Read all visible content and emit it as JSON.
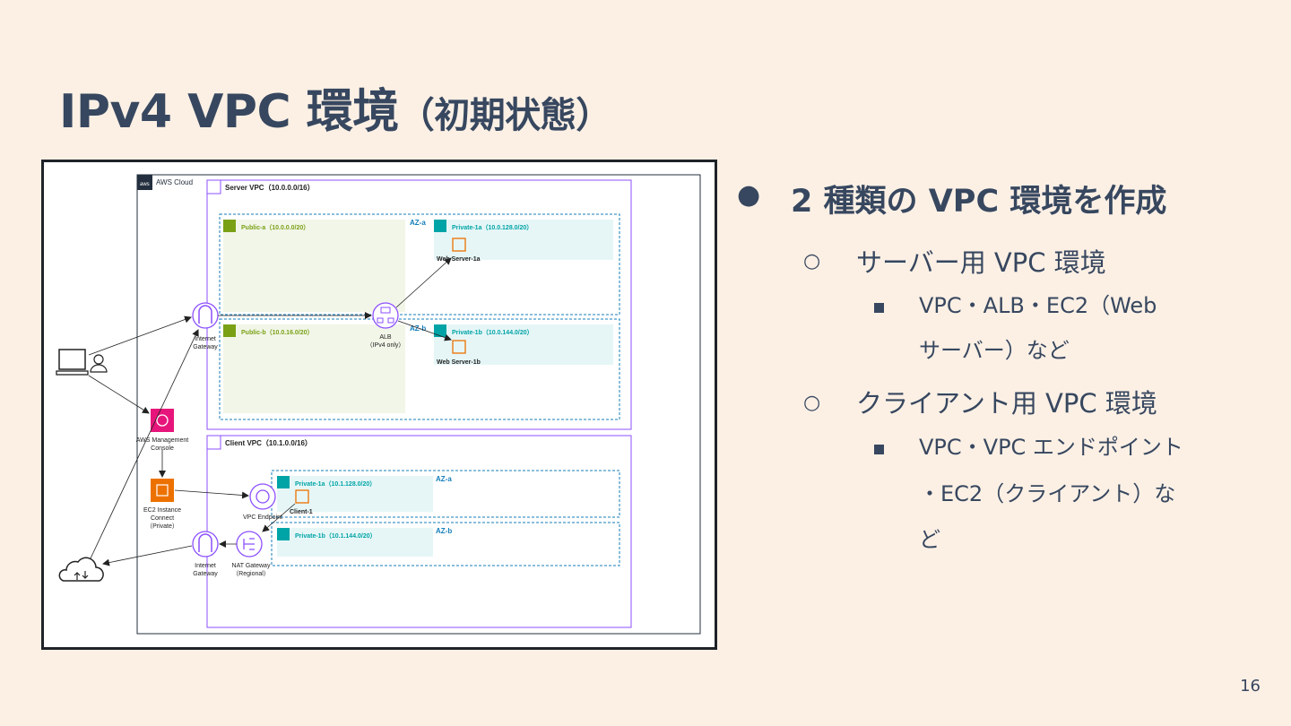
{
  "title": {
    "main": "IPv4 VPC 環境",
    "sub": "（初期状態）"
  },
  "diagram": {
    "aws_cloud": "AWS Cloud",
    "server_vpc": {
      "label": "Server VPC（10.0.0.0/16）",
      "az_a": "AZ-a",
      "az_b": "AZ-b",
      "public_a": "Public-a（10.0.0.0/20）",
      "public_b": "Public-b（10.0.16.0/20）",
      "private_1a": "Private-1a（10.0.128.0/20）",
      "private_1b": "Private-1b（10.0.144.0/20）",
      "web_server_1a": "Web Server-1a",
      "web_server_1b": "Web Server-1b",
      "alb_line1": "ALB",
      "alb_line2": "（IPv4 only）",
      "igw_line1": "Internet",
      "igw_line2": "Gateway"
    },
    "client_vpc": {
      "label": "Client VPC（10.1.0.0/16）",
      "az_a": "AZ-a",
      "az_b": "AZ-b",
      "private_1a": "Private-1a（10.1.128.0/20）",
      "private_1b": "Private-1b（10.1.144.0/20）",
      "client_1": "Client-1",
      "vpc_endpoint": "VPC Endpoint",
      "natgw_line1": "NAT Gateway",
      "natgw_line2": "（Regional）",
      "igw_line1": "Internet",
      "igw_line2": "Gateway"
    },
    "console_line1": "AWS Management",
    "console_line2": "Console",
    "eic_line1": "EC2 Instance",
    "eic_line2": "Connect",
    "eic_line3": "（Private）",
    "colors": {
      "vpc": "#8c4fff",
      "public": "#7aa116",
      "private": "#00a4a6",
      "compute": "#ed7100",
      "console": "#e7157b"
    }
  },
  "bullets": [
    {
      "level": 1,
      "text": "2 種類の VPC 環境を作成"
    },
    {
      "level": 2,
      "text": "サーバー用 VPC 環境"
    },
    {
      "level": 3,
      "lines": [
        "VPC・ALB・EC2（Web",
        "サーバー）など"
      ]
    },
    {
      "level": 2,
      "text": "クライアント用 VPC 環境"
    },
    {
      "level": 3,
      "lines": [
        "VPC・VPC エンドポイント",
        "・EC2（クライアント）な",
        "ど"
      ]
    }
  ],
  "page_number": "16"
}
